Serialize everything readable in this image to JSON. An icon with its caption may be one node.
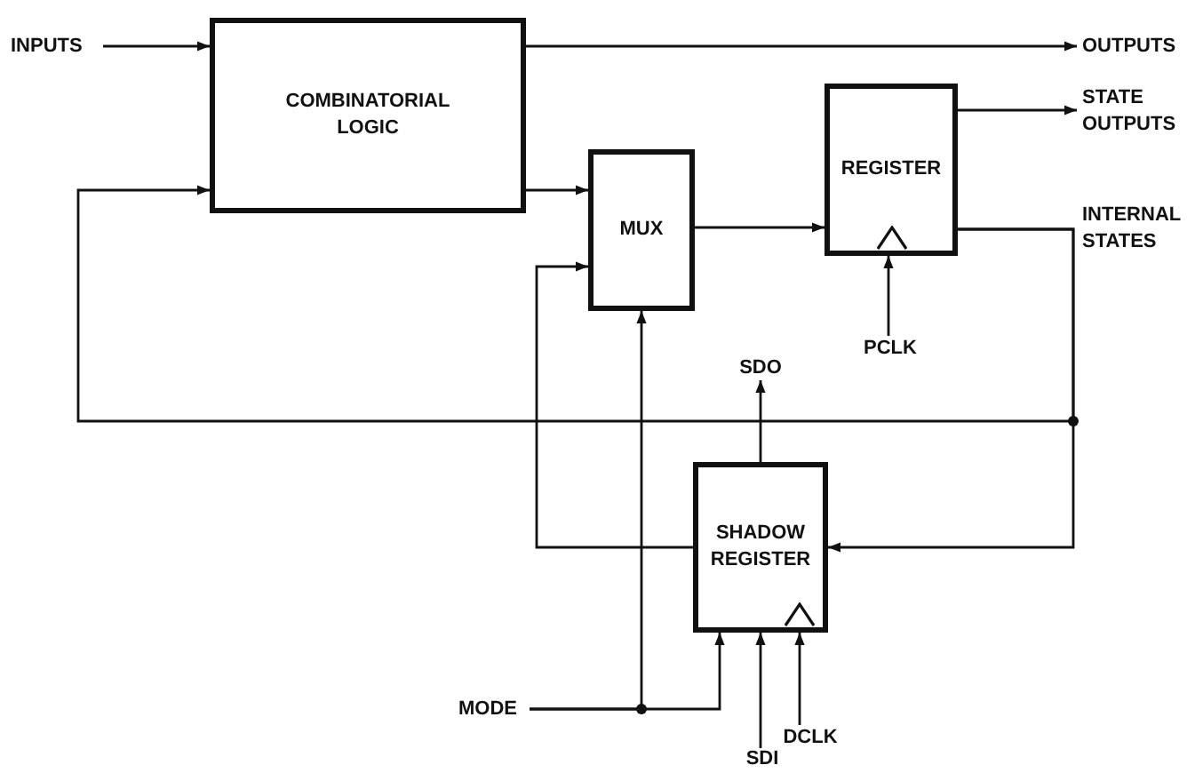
{
  "diagram": {
    "nodes": [
      {
        "text": [
          "INPUTS"
        ]
      },
      {
        "text": [
          "COMBINATORIAL LOGIC"
        ]
      },
      {
        "text": [
          "MUX"
        ]
      },
      {
        "text": [
          "REGISTER"
        ]
      },
      {
        "text": [
          "OUTPUTS"
        ]
      },
      {
        "text": [
          "STATE OUTPUTS"
        ]
      },
      {
        "text": [
          "SHADOW REGISTER"
        ]
      },
      {
        "text": [
          "SDO"
        ]
      },
      {
        "text": [
          "PCLK"
        ]
      },
      {
        "text": [
          "MODE"
        ]
      },
      {
        "text": [
          "SDI"
        ]
      },
      {
        "text": [
          "DCLK"
        ]
      }
    ],
    "edges": [
      {
        "from": 0,
        "to": 1,
        "arrow": "to"
      },
      {
        "from": 1,
        "to": 4,
        "arrow": "to"
      },
      {
        "from": 1,
        "to": 2,
        "arrow": "to"
      },
      {
        "from": 2,
        "to": 3,
        "arrow": "to"
      },
      {
        "from": 3,
        "to": 5,
        "arrow": "to"
      },
      {
        "from": 3,
        "to": 1,
        "arrow": "to"
      },
      {
        "from": 3,
        "to": 6,
        "arrow": "to"
      },
      {
        "from": 6,
        "to": 2,
        "arrow": "to"
      },
      {
        "from": 6,
        "to": 7,
        "arrow": "to"
      },
      {
        "from": 8,
        "to": 3,
        "arrow": "to"
      },
      {
        "from": 9,
        "to": 2,
        "arrow": "to"
      },
      {
        "from": 9,
        "to": 6,
        "arrow": "to"
      },
      {
        "from": 10,
        "to": 6,
        "arrow": "to"
      },
      {
        "from": 11,
        "to": 6,
        "arrow": "to"
      }
    ],
    "labels": [
      "INTERNAL STATES"
    ]
  }
}
